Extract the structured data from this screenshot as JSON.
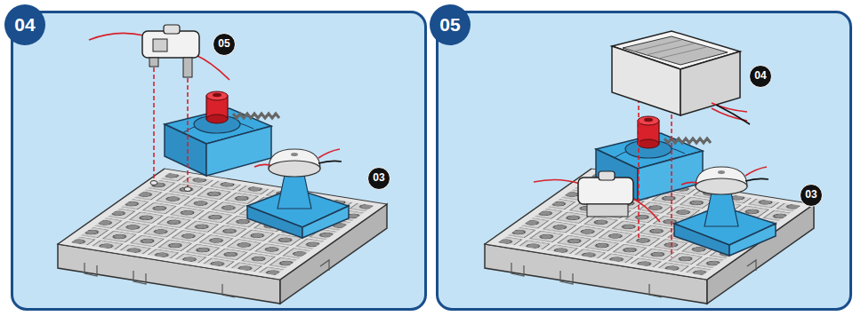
{
  "diagram": {
    "nodes": [
      {
        "text": [
          "04"
        ]
      },
      {
        "text": [
          "05"
        ],
        "in": 0
      },
      {
        "text": [
          "03"
        ],
        "in": 0
      },
      {
        "text": [
          "05"
        ]
      },
      {
        "text": [
          "04"
        ],
        "in": 3
      },
      {
        "text": [
          "03"
        ],
        "in": 3
      }
    ]
  }
}
